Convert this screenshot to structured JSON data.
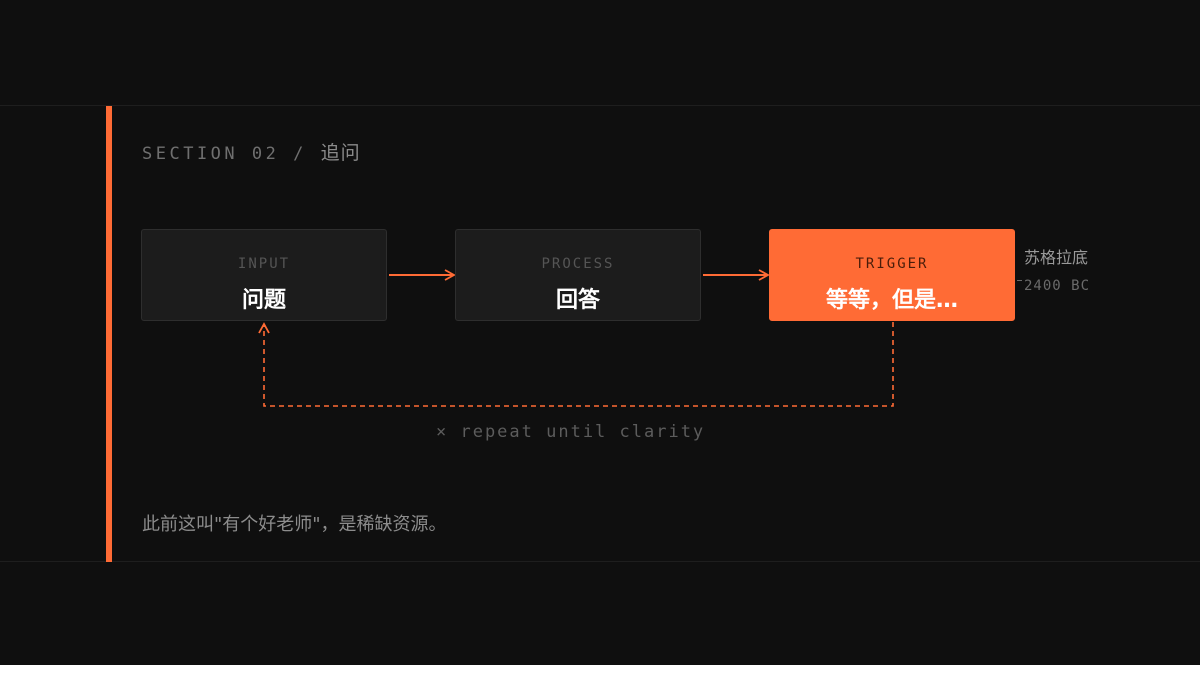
{
  "section": {
    "prefix": "SECTION 02 /",
    "title": "追问"
  },
  "nodes": [
    {
      "kicker": "INPUT",
      "label": "问题"
    },
    {
      "kicker": "PROCESS",
      "label": "回答"
    },
    {
      "kicker": "TRIGGER",
      "label": "等等，但是…"
    }
  ],
  "side_note": {
    "name": "苏格拉底",
    "year": "2400 BC"
  },
  "loop_caption": "× repeat until clarity",
  "footnote": "此前这叫\"有个好老师\"，是稀缺资源。",
  "colors": {
    "background": "#0f0f0f",
    "accent": "#ff6b35",
    "node_fill": "#1c1c1c",
    "muted_text": "#8c8c8c"
  }
}
